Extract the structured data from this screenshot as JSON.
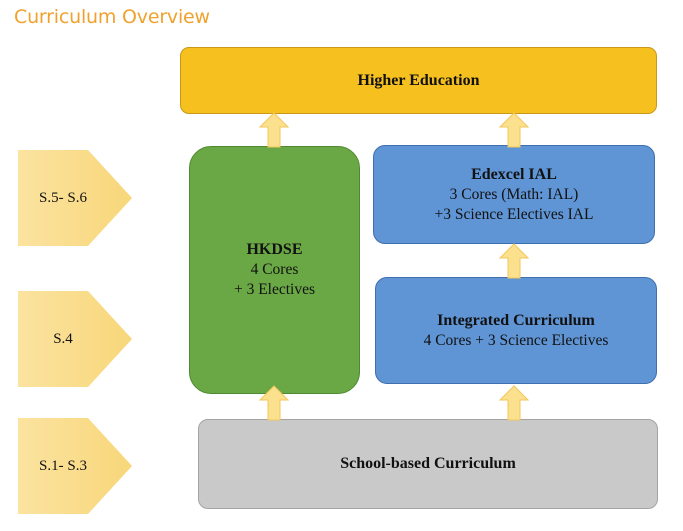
{
  "title": "Curriculum Overview",
  "grades": [
    "S.5- S.6",
    "S.4",
    "S.1- S.3"
  ],
  "higher": {
    "label": "Higher Education"
  },
  "hkdse": {
    "title": "HKDSE",
    "lines": [
      "4 Cores",
      "+ 3 Electives"
    ]
  },
  "ial": {
    "title": "Edexcel IAL",
    "lines": [
      "3 Cores (Math: IAL)",
      "+3 Science Electives IAL"
    ]
  },
  "integrated": {
    "title": "Integrated Curriculum",
    "line": "4 Cores + 3 Science Electives"
  },
  "school": {
    "label": "School-based Curriculum"
  },
  "colors": {
    "title": "#f0a22e",
    "higher": "#f6c01f",
    "hkdse": "#6aa745",
    "ial": "#5f95d5",
    "school": "#c9c9c9",
    "chevron": "#fbe08e"
  }
}
